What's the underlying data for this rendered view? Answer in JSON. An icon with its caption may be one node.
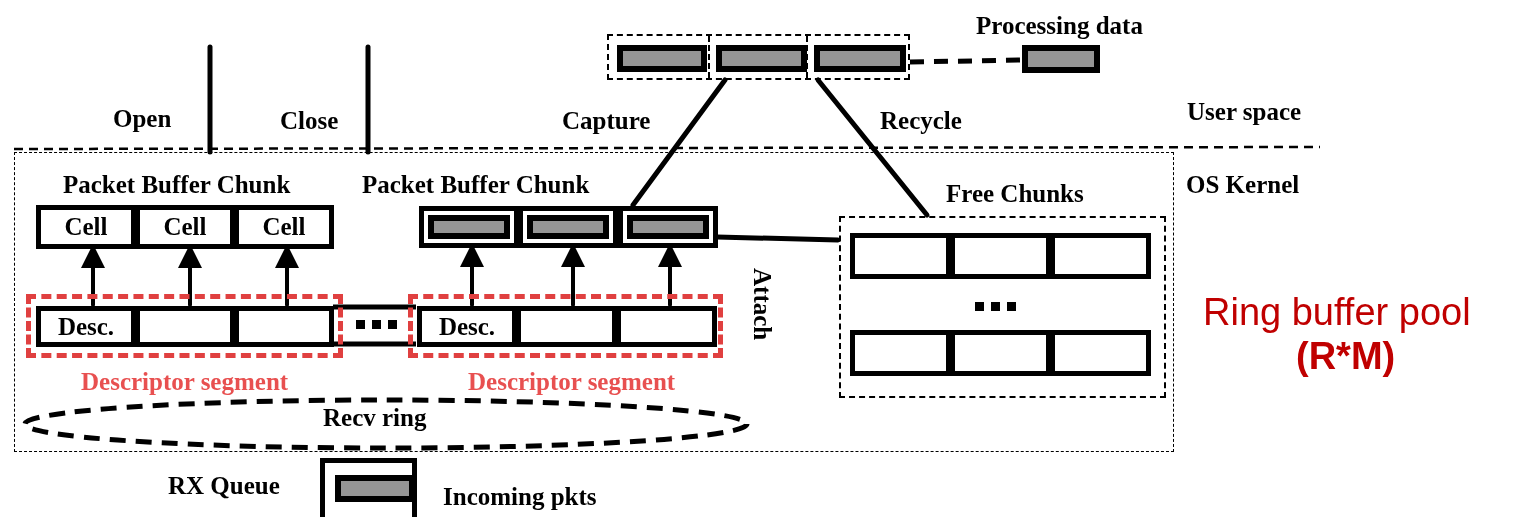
{
  "diagram": {
    "nodes": [
      {
        "text": [
          "OS Kernel"
        ]
      },
      {
        "text": [
          "Packet Buffer Chunk"
        ],
        "in": 0
      },
      {
        "text": [
          "Cell"
        ],
        "in": 1
      },
      {
        "text": [
          "Cell"
        ],
        "in": 1
      },
      {
        "text": [
          "Cell"
        ],
        "in": 1
      },
      {
        "text": [
          "Packet Buffer Chunk"
        ],
        "in": 0
      },
      {
        "text": [],
        "shape": "box",
        "in": 5
      },
      {
        "text": [],
        "shape": "box",
        "in": 5
      },
      {
        "text": [],
        "shape": "box",
        "in": 5
      },
      {
        "text": [
          "Recv ring"
        ],
        "in": 0
      },
      {
        "text": [
          "Descriptor segment"
        ],
        "in": 0
      },
      {
        "text": [
          "Desc."
        ],
        "in": 10
      },
      {
        "text": [],
        "shape": "box",
        "in": 10
      },
      {
        "text": [],
        "shape": "box",
        "in": 10
      },
      {
        "text": [
          "Descriptor segment"
        ],
        "in": 0
      },
      {
        "text": [
          "Desc."
        ],
        "in": 14
      },
      {
        "text": [],
        "shape": "box",
        "in": 14
      },
      {
        "text": [],
        "shape": "box",
        "in": 14
      },
      {
        "text": [
          "Free Chunks"
        ],
        "in": 0
      },
      {
        "text": [],
        "shape": "box",
        "in": 18
      },
      {
        "text": [],
        "shape": "box",
        "in": 18
      },
      {
        "text": [],
        "shape": "box",
        "in": 18
      },
      {
        "text": [],
        "shape": "box",
        "in": 18
      },
      {
        "text": [],
        "shape": "box",
        "in": 18
      },
      {
        "text": [],
        "shape": "box",
        "in": 18
      },
      {
        "text": [],
        "shape": "box"
      },
      {
        "text": [],
        "shape": "box",
        "in": 25
      },
      {
        "text": [],
        "shape": "box",
        "in": 25
      },
      {
        "text": [],
        "shape": "box",
        "in": 25
      },
      {
        "text": [
          "Processing data"
        ]
      },
      {
        "text": [
          "RX Queue"
        ],
        "beside": [
          "Incoming pkts"
        ]
      },
      {
        "text": [],
        "shape": "box",
        "in": 30
      }
    ],
    "edges": [
      {
        "from": null,
        "to": 0,
        "arrow": "none",
        "label": "Open"
      },
      {
        "from": null,
        "to": 0,
        "arrow": "none",
        "label": "Close"
      },
      {
        "from": 5,
        "to": 25,
        "arrow": "none",
        "label": "Capture"
      },
      {
        "from": 25,
        "to": 18,
        "arrow": "none",
        "label": "Recycle"
      },
      {
        "from": 25,
        "to": 29,
        "arrow": "none",
        "style": "dashed"
      },
      {
        "from": 18,
        "to": 5,
        "arrow": "none",
        "label": "Attach"
      },
      {
        "from": 11,
        "to": 2,
        "arrow": "to"
      },
      {
        "from": 12,
        "to": 3,
        "arrow": "to"
      },
      {
        "from": 13,
        "to": 4,
        "arrow": "to"
      },
      {
        "from": 15,
        "to": 6,
        "arrow": "to"
      },
      {
        "from": 16,
        "to": 7,
        "arrow": "to"
      },
      {
        "from": 17,
        "to": 8,
        "arrow": "to"
      }
    ],
    "labels": [
      "User space",
      "Ring buffer pool",
      "(R*M)"
    ]
  }
}
